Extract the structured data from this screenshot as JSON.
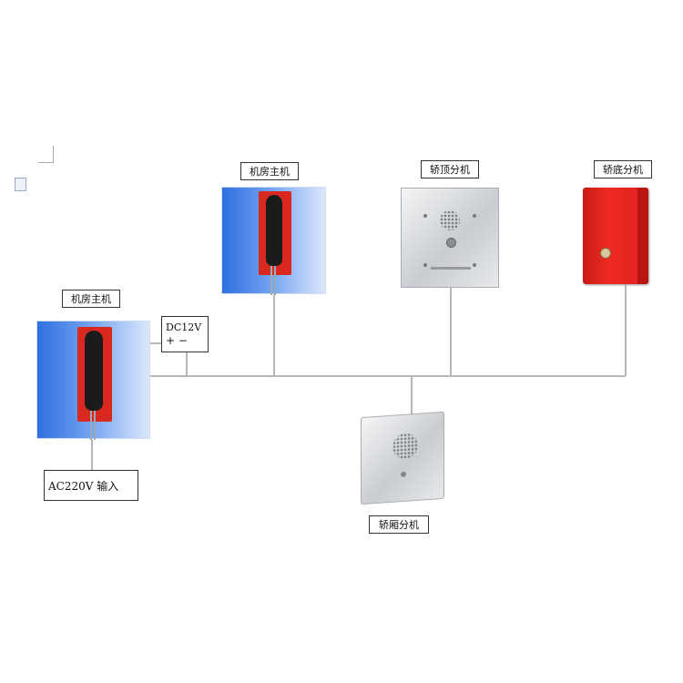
{
  "labels": {
    "host_left": "机房主机",
    "host_top": "机房主机",
    "ext_shaft": "轿顶分机",
    "ext_pit": "轿底分机",
    "ext_car": "轿厢分机",
    "power_dc": "DC12V",
    "power_polarity": "+ −",
    "power_ac": "AC220V  输入"
  },
  "colors": {
    "wire": "#b8b8b8",
    "panel_blue": "#2f6fe0",
    "plate_red": "#d8281f",
    "box_red": "#e02020"
  }
}
